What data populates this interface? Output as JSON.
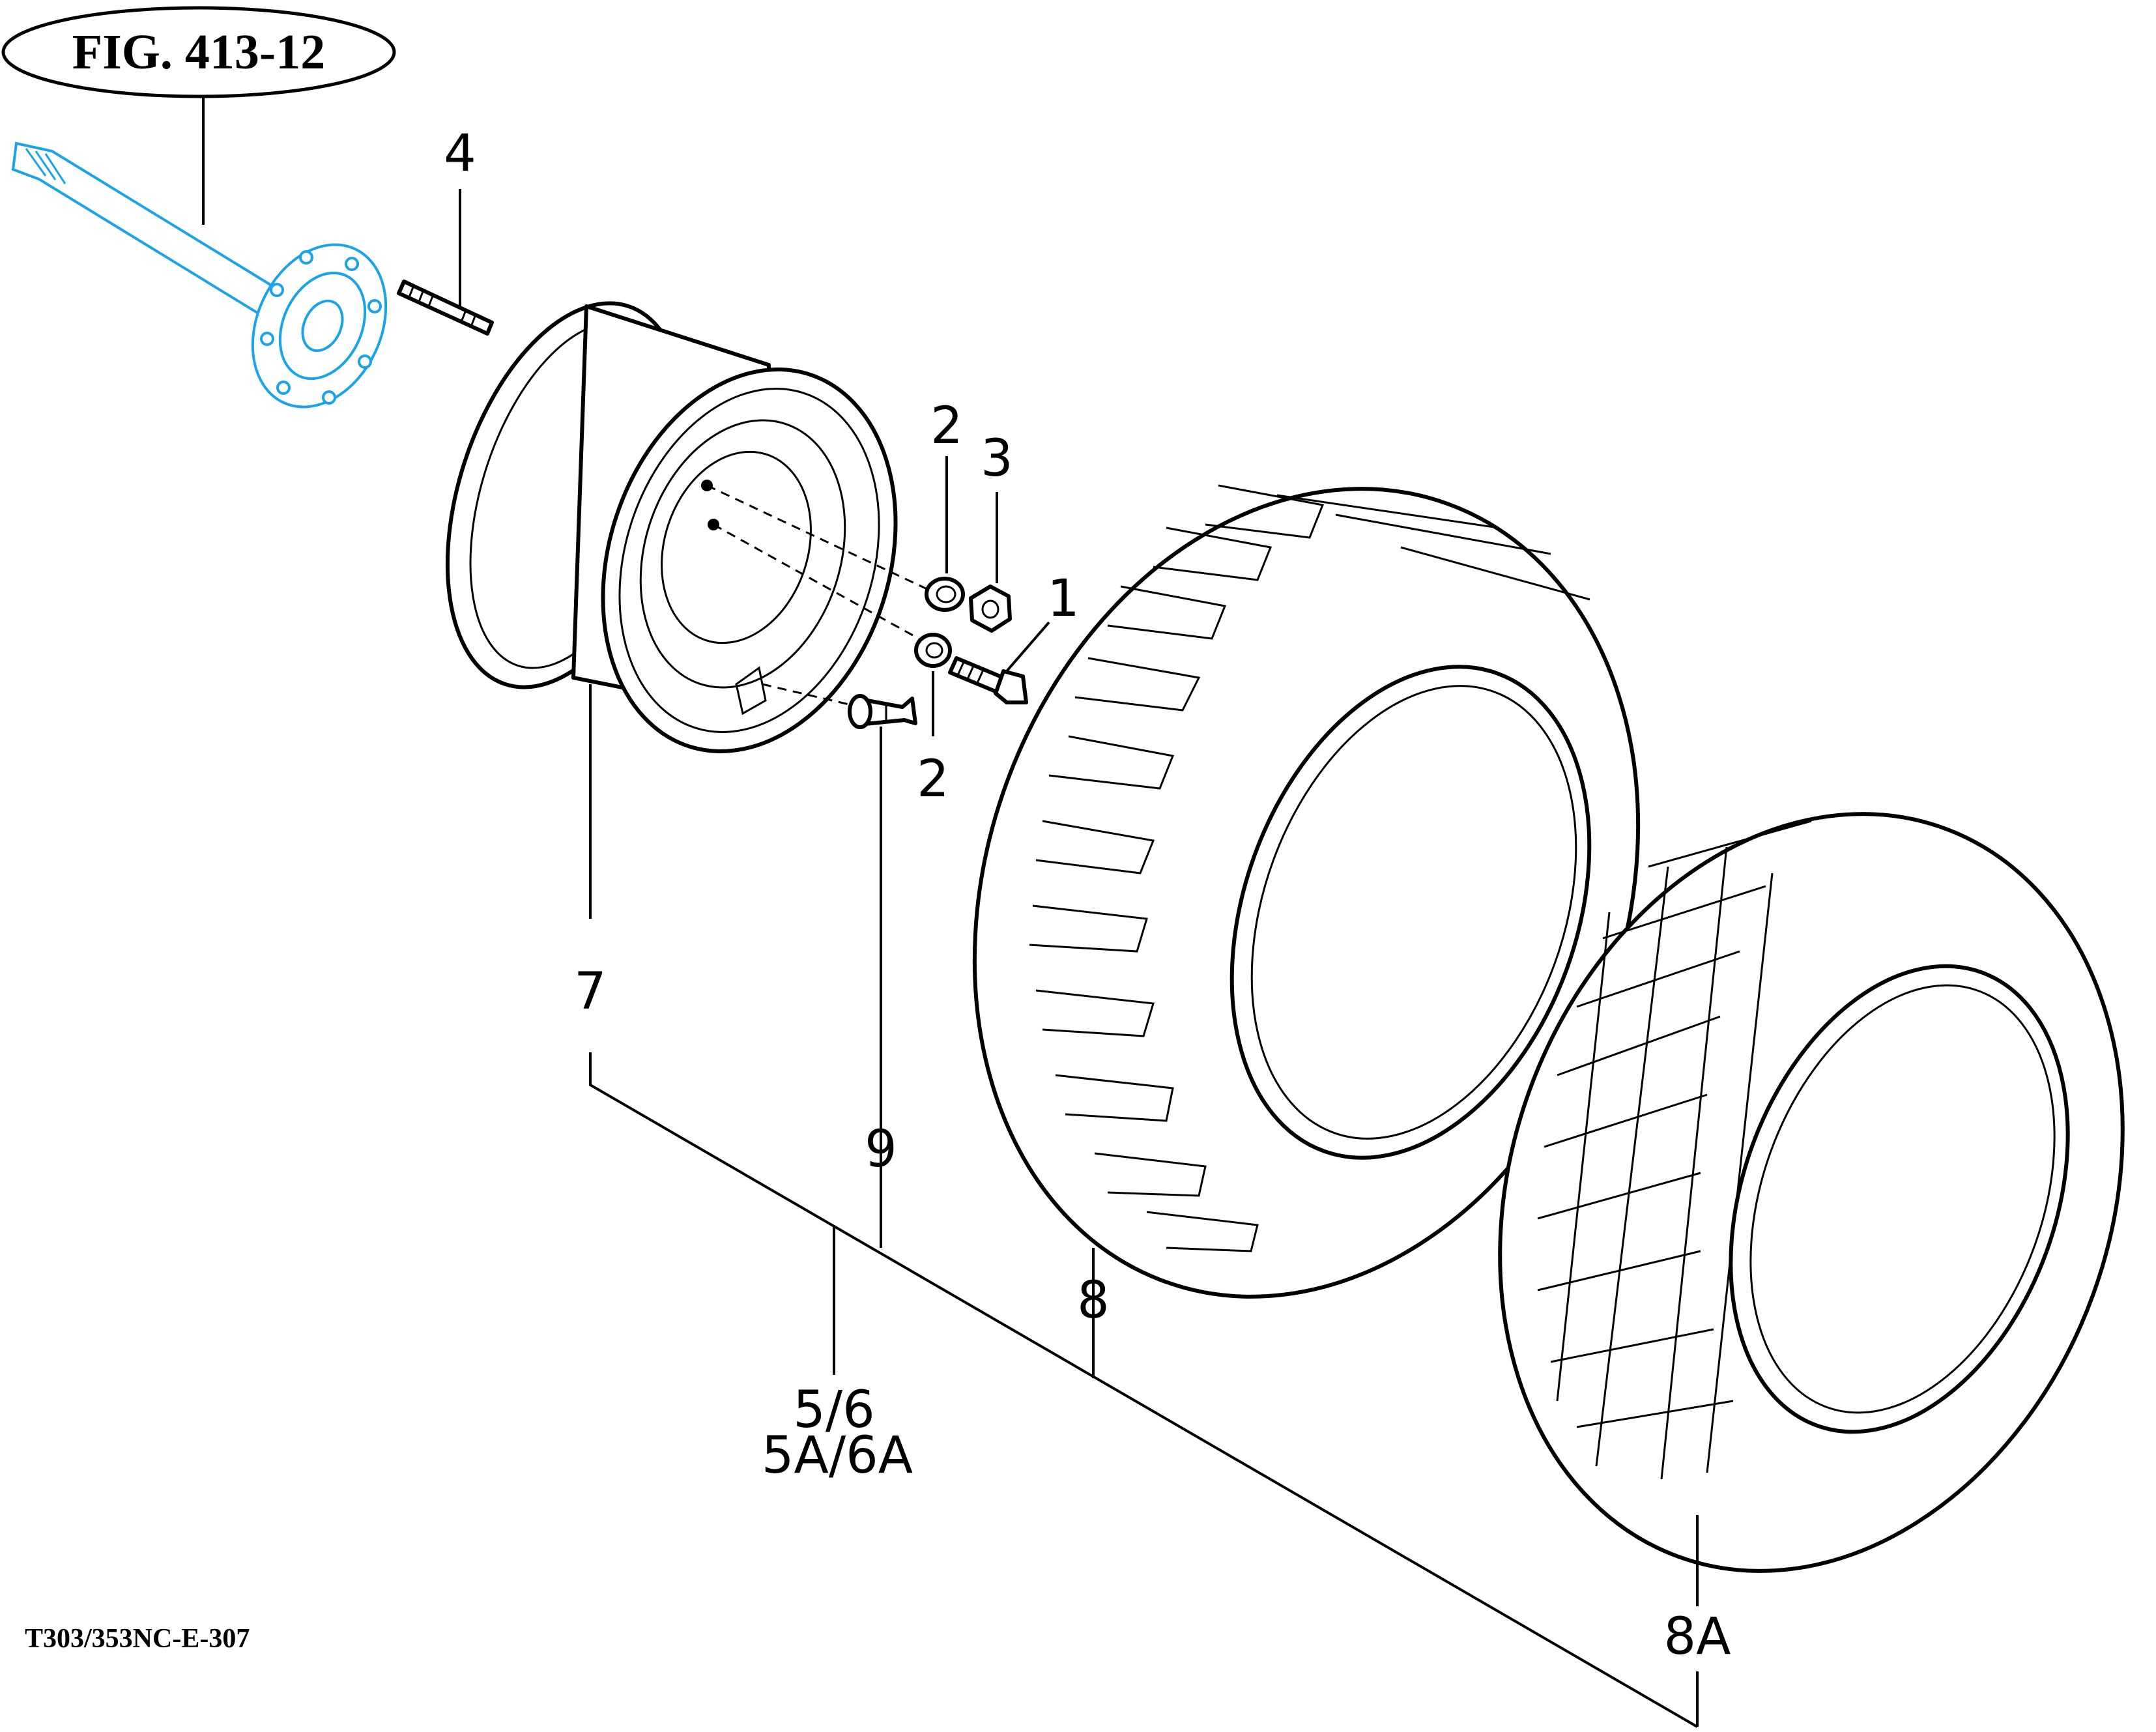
{
  "figure_label": "FIG. 413-12",
  "document_code": "T303/353NC-E-307",
  "callouts": {
    "c1": "1",
    "c2a": "2",
    "c2b": "2",
    "c3": "3",
    "c4": "4",
    "c7": "7",
    "c8": "8",
    "c8a": "8A",
    "c9": "9",
    "c56": "5/6",
    "c56a": "5A/6A"
  },
  "colors": {
    "reference_part": "#1aa3e8",
    "line_art": "#000000"
  }
}
